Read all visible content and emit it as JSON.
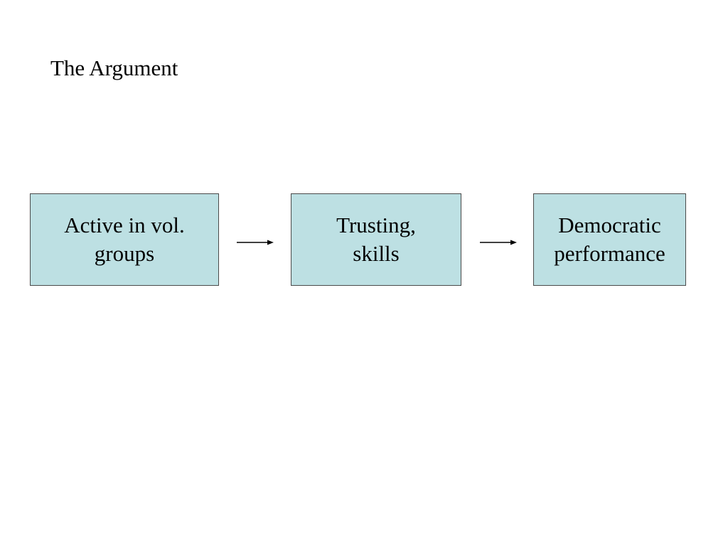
{
  "slide": {
    "title": "The Argument"
  },
  "diagram": {
    "nodes": [
      {
        "id": "active-in-vol-groups",
        "lines": [
          "Active in vol.",
          "groups"
        ]
      },
      {
        "id": "trusting-skills",
        "lines": [
          "Trusting,",
          "skills"
        ]
      },
      {
        "id": "democratic-performance",
        "lines": [
          "Democratic",
          "performance"
        ]
      }
    ],
    "edges": [
      {
        "from": "active-in-vol-groups",
        "to": "trusting-skills",
        "icon": "right-arrow-icon"
      },
      {
        "from": "trusting-skills",
        "to": "democratic-performance",
        "icon": "right-arrow-icon"
      }
    ],
    "colors": {
      "box_fill": "#bde0e3",
      "box_border": "#4a4a4a",
      "text": "#000000",
      "arrow": "#000000"
    }
  }
}
